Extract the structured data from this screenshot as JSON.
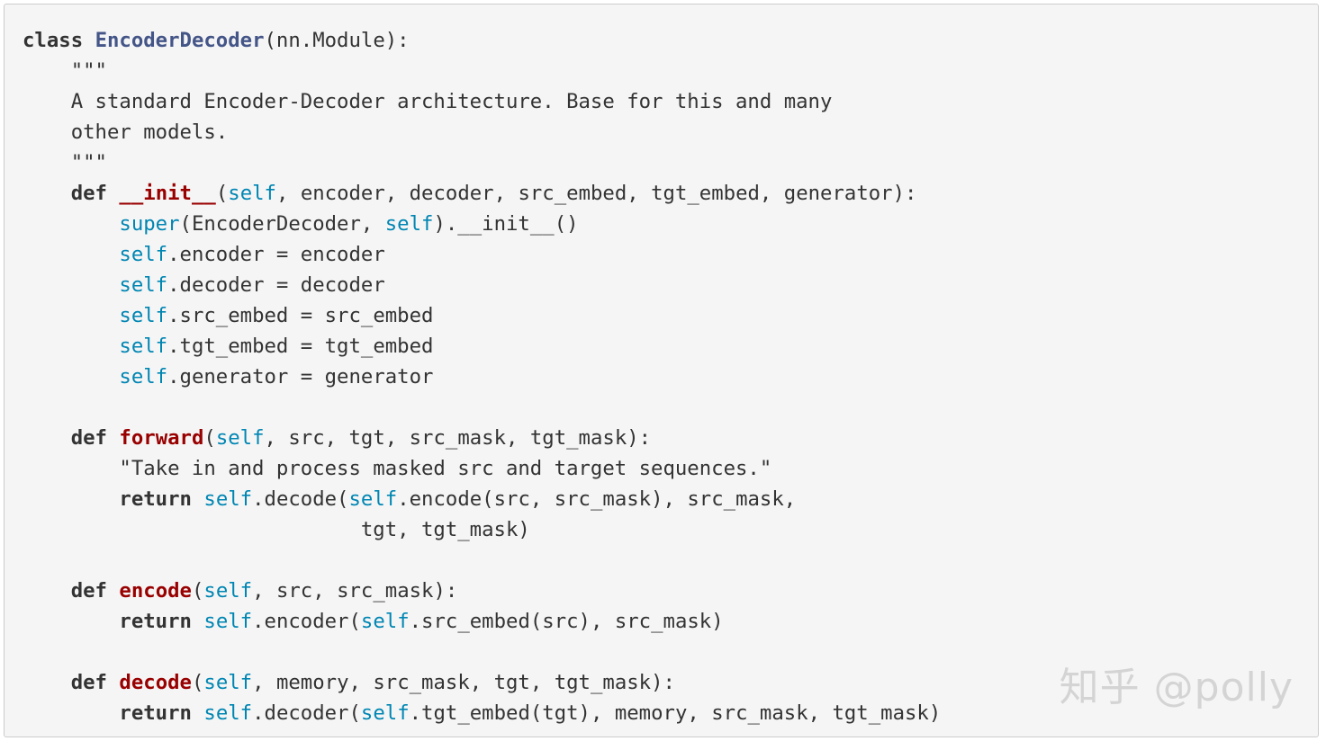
{
  "code": {
    "lines": [
      [
        {
          "t": "class",
          "c": "kw"
        },
        {
          "t": " "
        },
        {
          "t": "EncoderDecoder",
          "c": "cls"
        },
        {
          "t": "(nn.Module):"
        }
      ],
      [
        {
          "t": "    \"\"\"",
          "c": "str"
        }
      ],
      [
        {
          "t": "    A standard Encoder-Decoder architecture. Base for this and many",
          "c": "str"
        }
      ],
      [
        {
          "t": "    other models.",
          "c": "str"
        }
      ],
      [
        {
          "t": "    \"\"\"",
          "c": "str"
        }
      ],
      [
        {
          "t": "    "
        },
        {
          "t": "def",
          "c": "kw"
        },
        {
          "t": " "
        },
        {
          "t": "__init__",
          "c": "fn"
        },
        {
          "t": "("
        },
        {
          "t": "self",
          "c": "self"
        },
        {
          "t": ", encoder, decoder, src_embed, tgt_embed, generator):"
        }
      ],
      [
        {
          "t": "        "
        },
        {
          "t": "super",
          "c": "self"
        },
        {
          "t": "(EncoderDecoder, "
        },
        {
          "t": "self",
          "c": "self"
        },
        {
          "t": ").__init__()"
        }
      ],
      [
        {
          "t": "        "
        },
        {
          "t": "self",
          "c": "self"
        },
        {
          "t": ".encoder = encoder"
        }
      ],
      [
        {
          "t": "        "
        },
        {
          "t": "self",
          "c": "self"
        },
        {
          "t": ".decoder = decoder"
        }
      ],
      [
        {
          "t": "        "
        },
        {
          "t": "self",
          "c": "self"
        },
        {
          "t": ".src_embed = src_embed"
        }
      ],
      [
        {
          "t": "        "
        },
        {
          "t": "self",
          "c": "self"
        },
        {
          "t": ".tgt_embed = tgt_embed"
        }
      ],
      [
        {
          "t": "        "
        },
        {
          "t": "self",
          "c": "self"
        },
        {
          "t": ".generator = generator"
        }
      ],
      [],
      [
        {
          "t": "    "
        },
        {
          "t": "def",
          "c": "kw"
        },
        {
          "t": " "
        },
        {
          "t": "forward",
          "c": "fn"
        },
        {
          "t": "("
        },
        {
          "t": "self",
          "c": "self"
        },
        {
          "t": ", src, tgt, src_mask, tgt_mask):"
        }
      ],
      [
        {
          "t": "        \"Take in and process masked src and target sequences.\"",
          "c": "str"
        }
      ],
      [
        {
          "t": "        "
        },
        {
          "t": "return",
          "c": "kw"
        },
        {
          "t": " "
        },
        {
          "t": "self",
          "c": "self"
        },
        {
          "t": ".decode("
        },
        {
          "t": "self",
          "c": "self"
        },
        {
          "t": ".encode(src, src_mask), src_mask,"
        }
      ],
      [
        {
          "t": "                            tgt, tgt_mask)"
        }
      ],
      [],
      [
        {
          "t": "    "
        },
        {
          "t": "def",
          "c": "kw"
        },
        {
          "t": " "
        },
        {
          "t": "encode",
          "c": "fn"
        },
        {
          "t": "("
        },
        {
          "t": "self",
          "c": "self"
        },
        {
          "t": ", src, src_mask):"
        }
      ],
      [
        {
          "t": "        "
        },
        {
          "t": "return",
          "c": "kw"
        },
        {
          "t": " "
        },
        {
          "t": "self",
          "c": "self"
        },
        {
          "t": ".encoder("
        },
        {
          "t": "self",
          "c": "self"
        },
        {
          "t": ".src_embed(src), src_mask)"
        }
      ],
      [],
      [
        {
          "t": "    "
        },
        {
          "t": "def",
          "c": "kw"
        },
        {
          "t": " "
        },
        {
          "t": "decode",
          "c": "fn"
        },
        {
          "t": "("
        },
        {
          "t": "self",
          "c": "self"
        },
        {
          "t": ", memory, src_mask, tgt, tgt_mask):"
        }
      ],
      [
        {
          "t": "        "
        },
        {
          "t": "return",
          "c": "kw"
        },
        {
          "t": " "
        },
        {
          "t": "self",
          "c": "self"
        },
        {
          "t": ".decoder("
        },
        {
          "t": "self",
          "c": "self"
        },
        {
          "t": ".tgt_embed(tgt), memory, src_mask, tgt_mask)"
        }
      ]
    ]
  },
  "watermark": {
    "text": "知乎 @polly"
  }
}
